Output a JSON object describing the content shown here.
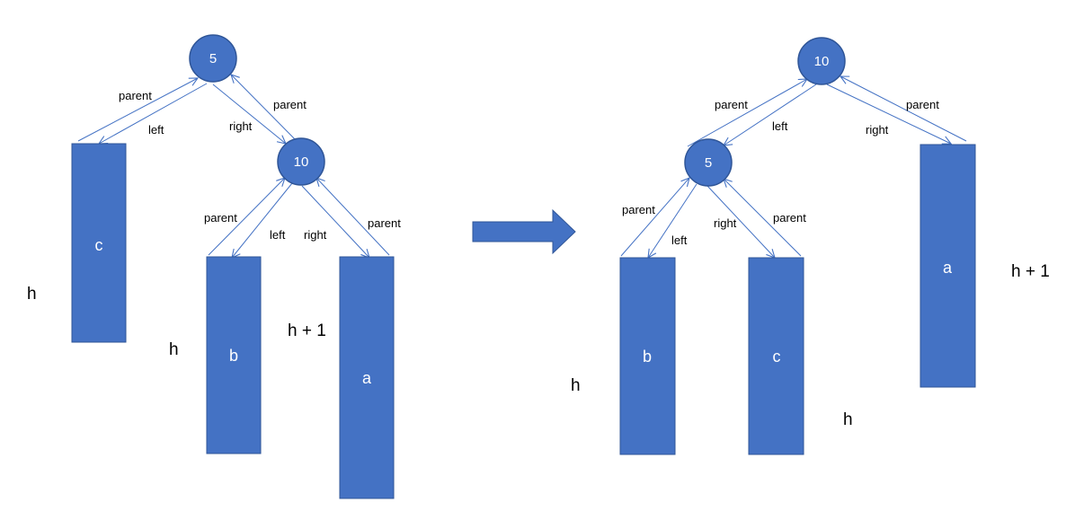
{
  "colors": {
    "shape_fill": "#4472C4",
    "shape_stroke": "#2F5597",
    "edge": "#4472C4",
    "text": "#000000",
    "shape_text": "#ffffff"
  },
  "edge_labels": {
    "parent": "parent",
    "left": "left",
    "right": "right"
  },
  "before": {
    "root": "5",
    "child": "10",
    "subtree_c": "c",
    "subtree_b": "b",
    "subtree_a": "a",
    "height_c": "h",
    "height_b": "h",
    "height_a": "h + 1"
  },
  "after": {
    "root": "10",
    "child": "5",
    "subtree_b": "b",
    "subtree_c": "c",
    "subtree_a": "a",
    "height_b": "h",
    "height_c": "h",
    "height_a": "h + 1"
  },
  "transition_arrow": "right-arrow"
}
